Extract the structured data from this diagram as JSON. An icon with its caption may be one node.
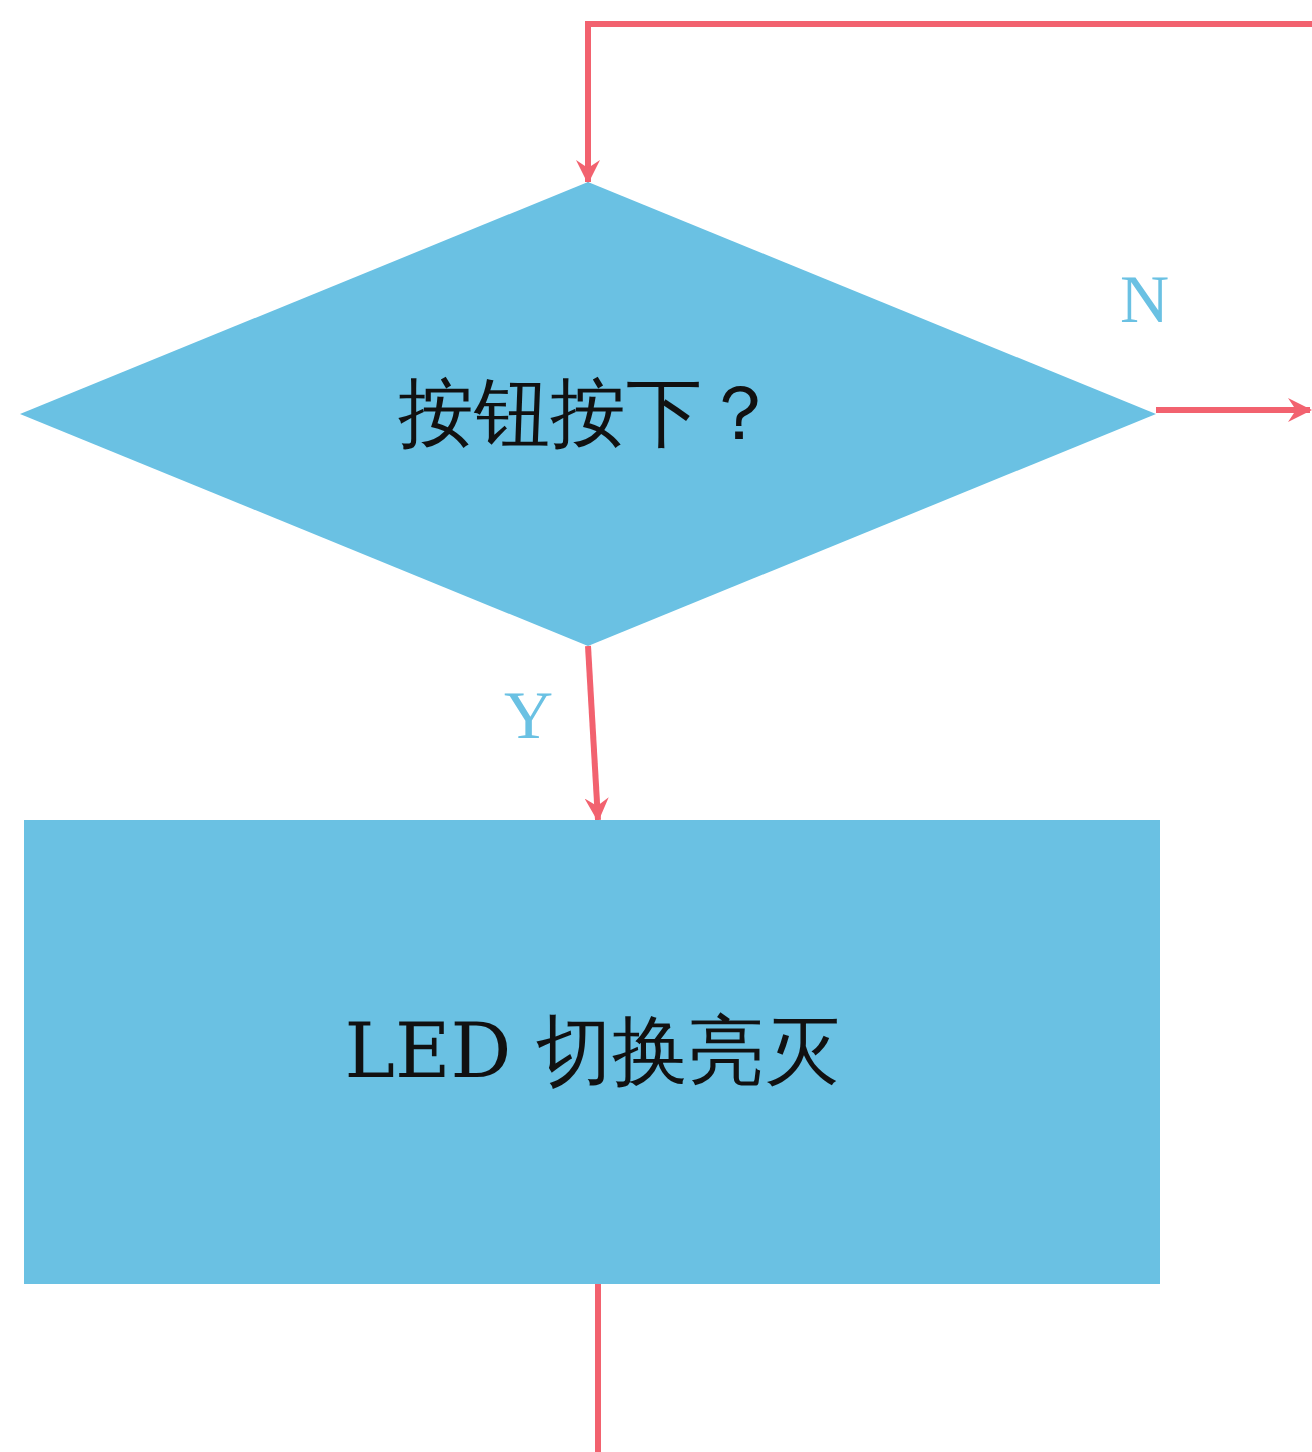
{
  "diagram": {
    "nodes": [
      {
        "text": [
          "按钮按下？"
        ]
      },
      {
        "text": [
          "LED 切换亮灭"
        ]
      }
    ],
    "edges": [
      {
        "from": null,
        "to": 0,
        "arrow": "to"
      },
      {
        "from": 0,
        "to": null,
        "arrow": "to",
        "label": "N"
      },
      {
        "from": 0,
        "to": 1,
        "arrow": "to",
        "label": "Y"
      },
      {
        "from": 1,
        "to": null,
        "arrow": "none"
      }
    ]
  }
}
